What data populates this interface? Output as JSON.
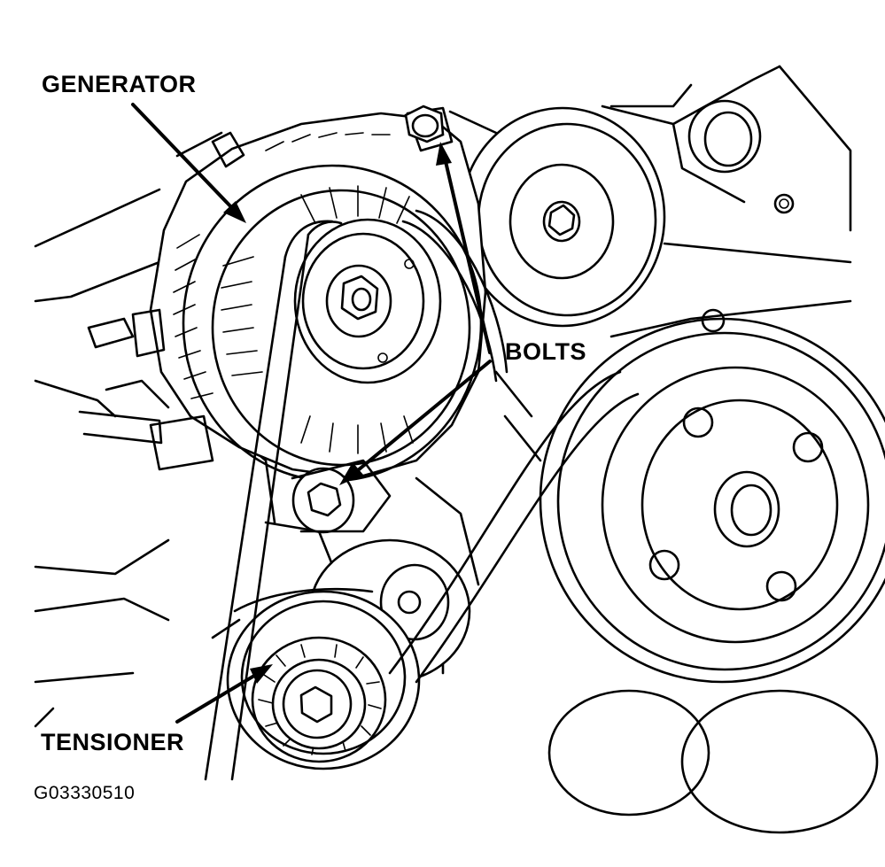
{
  "labels": {
    "generator": "GENERATOR",
    "bolts": "BOLTS",
    "tensioner": "TENSIONER"
  },
  "figure_id": "G03330510",
  "colors": {
    "ink": "#000000",
    "paper": "#ffffff"
  }
}
